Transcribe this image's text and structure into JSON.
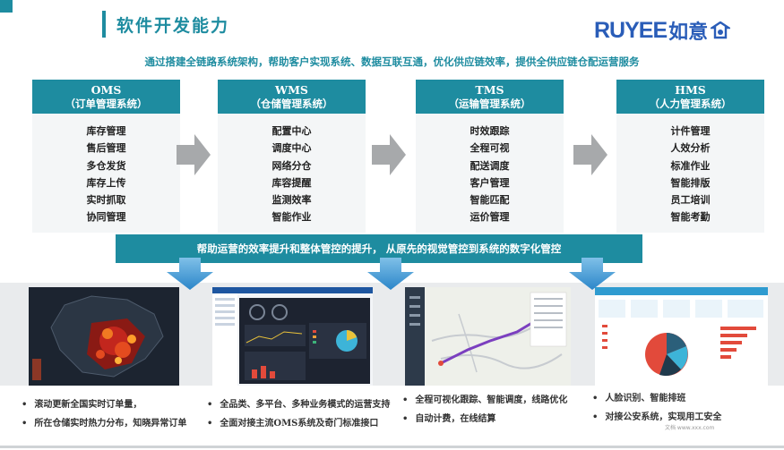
{
  "title": "软件开发能力",
  "logo": {
    "en": "RUYEE",
    "cn": "如意"
  },
  "tagline": "通过搭建全链路系统架构，帮助客户实现系统、数据互联互通，优化供应链效率，提供全供应链仓配运营服务",
  "systems": [
    {
      "name": "OMS",
      "sub": "（订单管理系统）",
      "items": [
        "库存管理",
        "售后管理",
        "多仓发货",
        "库存上传",
        "实时抓取",
        "协同管理"
      ]
    },
    {
      "name": "WMS",
      "sub": "（仓储管理系统）",
      "items": [
        "配置中心",
        "调度中心",
        "网络分仓",
        "库容提醒",
        "监测效率",
        "智能作业"
      ]
    },
    {
      "name": "TMS",
      "sub": "（运输管理系统）",
      "items": [
        "时效跟踪",
        "全程可视",
        "配送调度",
        "客户管理",
        "智能匹配",
        "运价管理"
      ]
    },
    {
      "name": "HMS",
      "sub": "（人力管理系统）",
      "items": [
        "计件管理",
        "人效分析",
        "标准作业",
        "智能排版",
        "员工培训",
        "智能考勤"
      ]
    }
  ],
  "banner": "帮助运营的效率提升和整体管控的提升， 从原先的视觉管控到系统的数字化管控",
  "bullets": [
    [
      "滚动更新全国实时订单量，",
      "所在仓储实时热力分布，知晓异常订单"
    ],
    [
      "全品类、多平台、多种业务模式的运营支持",
      "全面对接主流OMS系统及奇门标准接口"
    ],
    [
      "全程可视化跟踪、智能调度，线路优化",
      "自动计费，在线结算"
    ],
    [
      "人脸识别、智能排班",
      "对接公安系统，实现用工安全"
    ]
  ],
  "watermark": "文档 www.xxx.com",
  "colors": {
    "accent": "#1e8ca0",
    "logo": "#2a5db8",
    "arrow": "#a7a9ab",
    "down_arrow": "#5aa7d8"
  }
}
